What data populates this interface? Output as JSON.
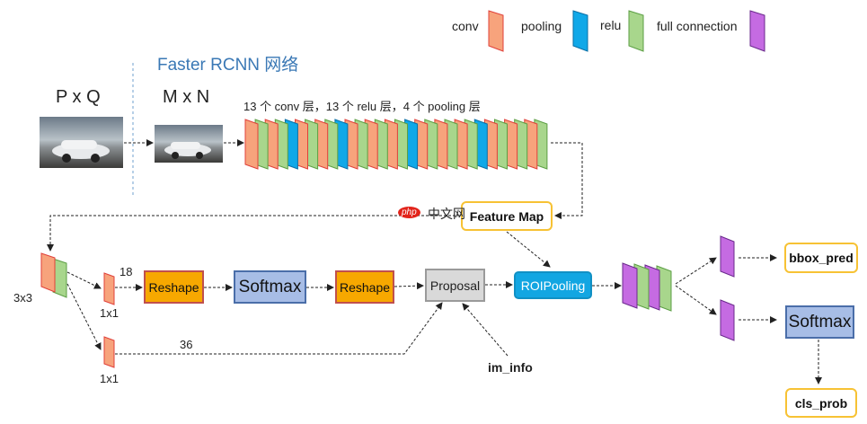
{
  "legend": {
    "conv": "conv",
    "pooling": "pooling",
    "relu": "relu",
    "full_connection": "full connection"
  },
  "colors": {
    "conv": "#f7a37c",
    "conv_border": "#e0403a",
    "pooling": "#10a8e8",
    "pooling_border": "#0a6fa6",
    "relu": "#a8d68c",
    "relu_border": "#5c9f44",
    "fc": "#c56be2",
    "fc_border": "#6a2a8c",
    "reshape": "#f7a800",
    "softmax": "#a7bde6",
    "roi": "#12a6e2",
    "title_blue": "#3a78b5"
  },
  "header": {
    "title": "Faster RCNN 网络"
  },
  "input": {
    "pxq": "P x Q",
    "mxn": "M x N"
  },
  "backbone": {
    "caption": "13 个 conv 层，13 个 relu 层，4 个 pooling 层",
    "layers": [
      "conv",
      "relu",
      "conv",
      "relu",
      "pooling",
      "conv",
      "relu",
      "conv",
      "relu",
      "pooling",
      "conv",
      "relu",
      "conv",
      "relu",
      "conv",
      "relu",
      "pooling",
      "conv",
      "relu",
      "conv",
      "relu",
      "conv",
      "relu",
      "pooling",
      "conv",
      "relu",
      "conv",
      "relu",
      "conv",
      "relu"
    ]
  },
  "feature_map": {
    "label": "Feature Map"
  },
  "watermark": {
    "text": "php 中文网"
  },
  "rpn": {
    "conv3x3_label": "3x3",
    "conv1x1_top_label": "1x1",
    "conv1x1_bottom_label": "1x1",
    "top_channels": "18",
    "bottom_channels": "36",
    "reshape1": "Reshape",
    "softmax": "Softmax",
    "reshape2": "Reshape",
    "proposal": "Proposal",
    "im_info": "im_info"
  },
  "head": {
    "roi_pooling": "ROIPooling",
    "bbox_pred": "bbox_pred",
    "softmax": "Softmax",
    "cls_prob": "cls_prob"
  }
}
